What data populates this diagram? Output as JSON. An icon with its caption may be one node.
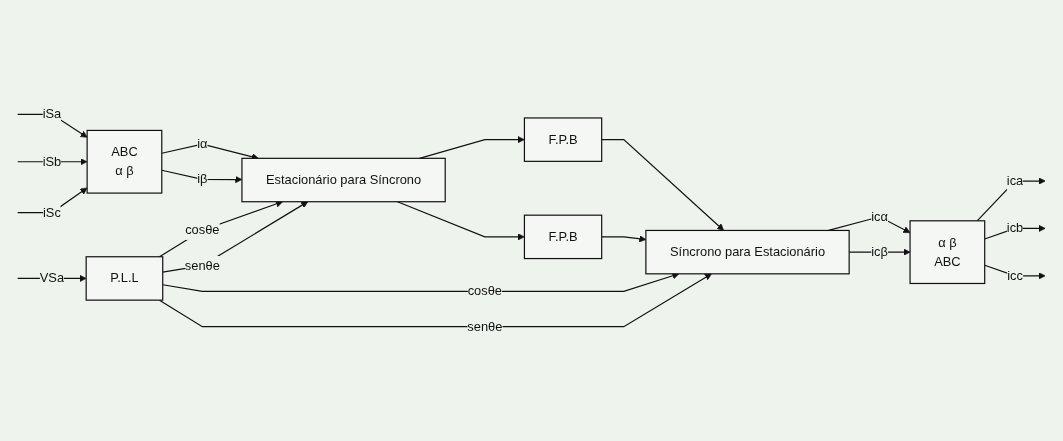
{
  "diagram": {
    "nodes": [
      {
        "text": [
          "ABC",
          "α β"
        ]
      },
      {
        "text": [
          "Estacionário para Síncrono"
        ]
      },
      {
        "text": [
          "F.P.B"
        ]
      },
      {
        "text": [
          "F.P.B"
        ]
      },
      {
        "text": [
          "Síncrono para Estacionário"
        ]
      },
      {
        "text": [
          "α β",
          "ABC"
        ]
      },
      {
        "text": [
          "P.L.L"
        ]
      }
    ],
    "edges": [
      {
        "from": null,
        "to": 0,
        "arrow": "to",
        "label": "iSa"
      },
      {
        "from": null,
        "to": 0,
        "arrow": "to",
        "label": "iSb"
      },
      {
        "from": null,
        "to": 0,
        "arrow": "to",
        "label": "iSc"
      },
      {
        "from": 0,
        "to": 1,
        "arrow": "to",
        "label": "iα"
      },
      {
        "from": 0,
        "to": 1,
        "arrow": "to",
        "label": "iβ"
      },
      {
        "from": 1,
        "to": 2,
        "arrow": "to"
      },
      {
        "from": 1,
        "to": 3,
        "arrow": "to"
      },
      {
        "from": 2,
        "to": 4,
        "arrow": "to"
      },
      {
        "from": 3,
        "to": 4,
        "arrow": "to"
      },
      {
        "from": 4,
        "to": 5,
        "arrow": "to",
        "label": "icα"
      },
      {
        "from": 4,
        "to": 5,
        "arrow": "to",
        "label": "icβ"
      },
      {
        "from": 5,
        "to": null,
        "arrow": "to",
        "label": "ica"
      },
      {
        "from": 5,
        "to": null,
        "arrow": "to",
        "label": "icb"
      },
      {
        "from": 5,
        "to": null,
        "arrow": "to",
        "label": "icc"
      },
      {
        "from": null,
        "to": 6,
        "arrow": "to",
        "label": "VSa"
      },
      {
        "from": 6,
        "to": 1,
        "arrow": "to",
        "label": "cosθe"
      },
      {
        "from": 6,
        "to": 4,
        "arrow": "to",
        "label": "cosθe"
      },
      {
        "from": 6,
        "to": 1,
        "arrow": "to",
        "label": "senθe"
      },
      {
        "from": 6,
        "to": 4,
        "arrow": "to",
        "label": "senθe"
      }
    ]
  }
}
